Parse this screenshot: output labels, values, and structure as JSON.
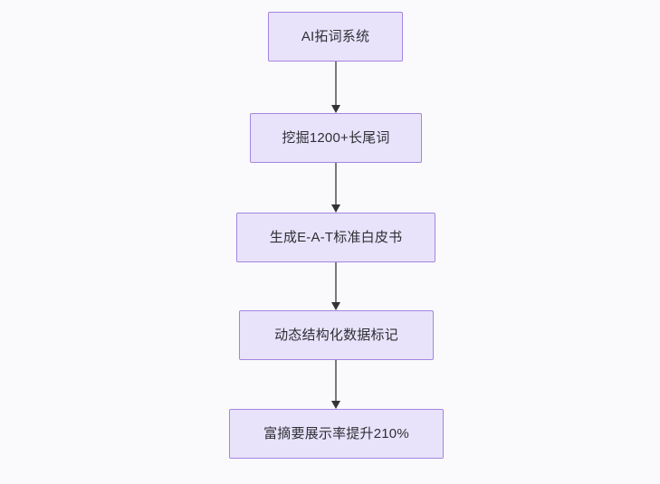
{
  "diagram": {
    "title": "AI SEO flow",
    "background_color": "#faf9fb",
    "node_fill_color": "#e8e3fb",
    "node_border_color": "#a385e0",
    "node_text_color": "#2f2f35",
    "edge_color": "#7a7a7a",
    "arrow_color": "#333333",
    "direction": "top-to-bottom",
    "nodes": [
      {
        "id": "n0",
        "label": "AI拓词系统"
      },
      {
        "id": "n1",
        "label": "挖掘1200+长尾词"
      },
      {
        "id": "n2",
        "label": "生成E-A-T标准白皮书"
      },
      {
        "id": "n3",
        "label": "动态结构化数据标记"
      },
      {
        "id": "n4",
        "label": "富摘要展示率提升210%"
      }
    ],
    "edges": [
      {
        "from": "n0",
        "to": "n1",
        "label": ""
      },
      {
        "from": "n1",
        "to": "n2",
        "label": ""
      },
      {
        "from": "n2",
        "to": "n3",
        "label": ""
      },
      {
        "from": "n3",
        "to": "n4",
        "label": ""
      }
    ]
  }
}
